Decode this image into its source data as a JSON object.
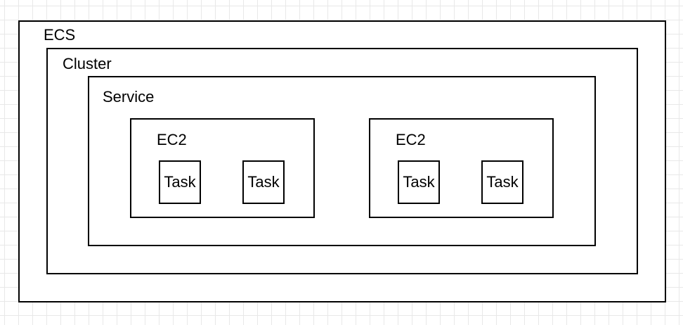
{
  "diagram": {
    "ecs": {
      "label": "ECS"
    },
    "cluster": {
      "label": "Cluster"
    },
    "service": {
      "label": "Service"
    },
    "ec2_instances": [
      {
        "label": "EC2",
        "tasks": [
          {
            "label": "Task"
          },
          {
            "label": "Task"
          }
        ]
      },
      {
        "label": "EC2",
        "tasks": [
          {
            "label": "Task"
          },
          {
            "label": "Task"
          }
        ]
      }
    ]
  }
}
